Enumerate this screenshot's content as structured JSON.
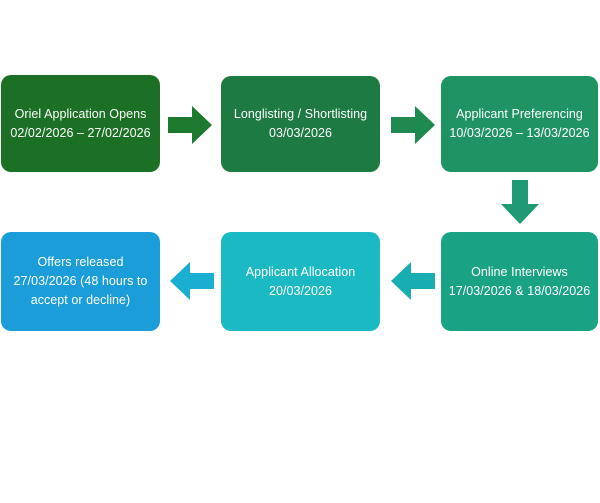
{
  "diagram": {
    "type": "process-flow",
    "background_color": "#ffffff",
    "nodes": [
      {
        "id": "oriel-application-opens",
        "name": "oriel-application-opens-node",
        "lines": [
          "Oriel Application Opens",
          "02/02/2026 – 27/02/2026"
        ],
        "fill": "#1b7026",
        "text_color": "#ffffff"
      },
      {
        "id": "longlisting-shortlisting",
        "name": "longlisting-shortlisting-node",
        "lines": [
          "Longlisting / Shortlisting",
          "03/03/2026"
        ],
        "fill": "#1d7a43",
        "text_color": "#ffffff"
      },
      {
        "id": "applicant-preferencing",
        "name": "applicant-preferencing-node",
        "lines": [
          "Applicant Preferencing",
          "10/03/2026 – 13/03/2026"
        ],
        "fill": "#1f9462",
        "text_color": "#ffffff"
      },
      {
        "id": "online-interviews",
        "name": "online-interviews-node",
        "lines": [
          "Online Interviews",
          "17/03/2026 & 18/03/2026"
        ],
        "fill": "#19a283",
        "text_color": "#ffffff"
      },
      {
        "id": "applicant-allocation",
        "name": "applicant-allocation-node",
        "lines": [
          "Applicant Allocation",
          "20/03/2026"
        ],
        "fill": "#1bb9c4",
        "text_color": "#ffffff"
      },
      {
        "id": "offers-released",
        "name": "offers-released-node",
        "lines": [
          "Offers released",
          "27/03/2026 (48 hours to accept or decline)"
        ],
        "fill": "#1b9dd9",
        "text_color": "#ffffff"
      }
    ],
    "arrows": [
      {
        "id": "arrow-opens-to-longlisting",
        "name": "arrow-right-opens-to-longlisting",
        "direction": "right",
        "color": "#1b7a2e"
      },
      {
        "id": "arrow-longlisting-to-preferencing",
        "name": "arrow-right-longlisting-to-preferencing",
        "direction": "right",
        "color": "#1e8a50"
      },
      {
        "id": "arrow-preferencing-to-interviews",
        "name": "arrow-down-preferencing-to-interviews",
        "direction": "down",
        "color": "#1e9b74"
      },
      {
        "id": "arrow-interviews-to-allocation",
        "name": "arrow-left-interviews-to-allocation",
        "direction": "left",
        "color": "#18adb0"
      },
      {
        "id": "arrow-allocation-to-offers",
        "name": "arrow-left-allocation-to-offers",
        "direction": "left",
        "color": "#1aafd0"
      }
    ]
  }
}
